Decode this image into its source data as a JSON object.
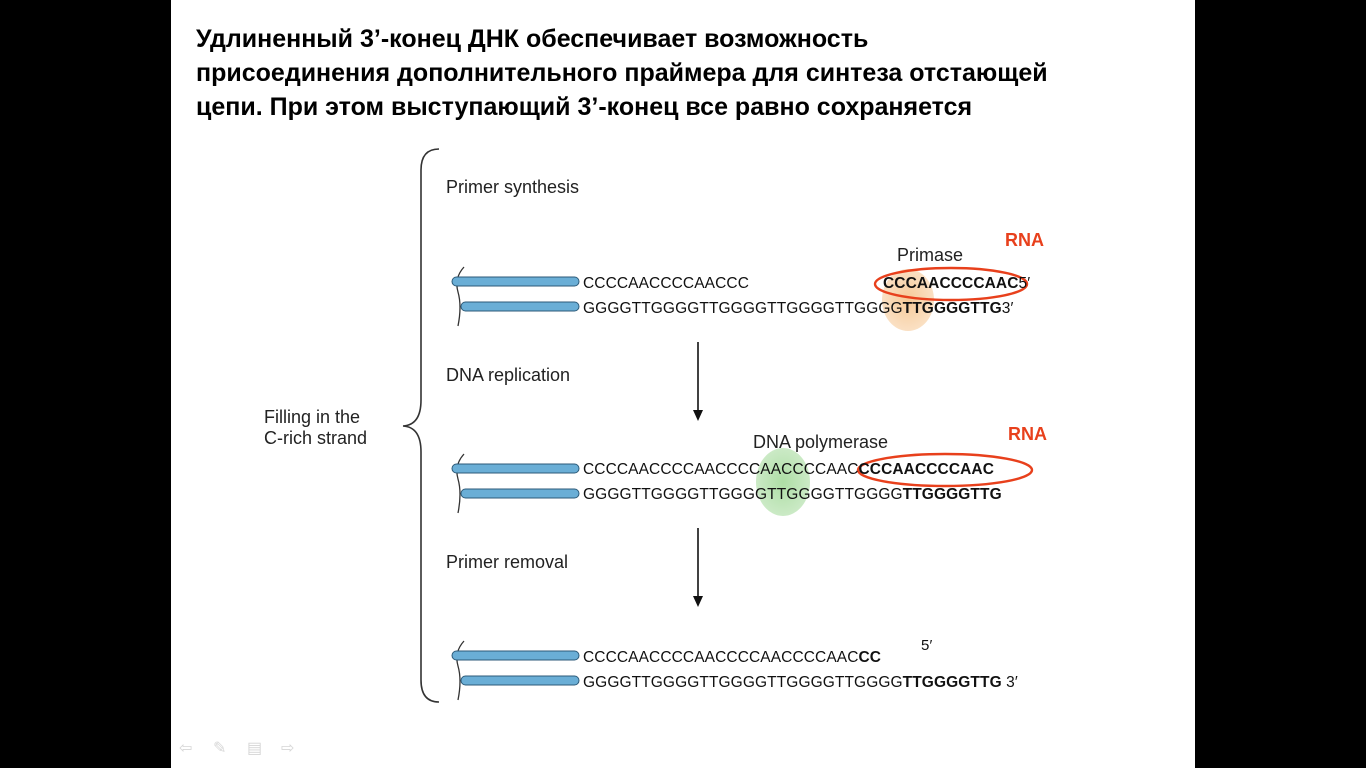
{
  "slide": {
    "title_line1": "Удлиненный 3’-конец ДНК обеспечивает возможность",
    "title_line2": "присоединения дополнительного праймера для синтеза отстающей",
    "title_line3": "цепи. При этом выступающий 3’-конец все равно сохраняется"
  },
  "diagram": {
    "bracket_label_line1": "Filling in the",
    "bracket_label_line2": "C-rich strand",
    "step1": {
      "label": "Primer synthesis",
      "enzyme": "Primase",
      "rna_label": "RNA",
      "top_seq": "CCCCAACCCCAACCC",
      "primer_seq": "CCCAACCCCAAC",
      "top_end": "5′",
      "bottom_seq": "GGGGTTGGGGTTGGGGTTGGGGTTGGGG",
      "bottom_bold": "TTGGGGTTG",
      "bottom_end": "3′"
    },
    "step2": {
      "label": "DNA replication",
      "enzyme": "DNA polymerase",
      "rna_label": "RNA",
      "top_seq": "CCCCAACCCCAACCCCAACCCCAAC",
      "primer_seq": "CCCAACCCCAAC",
      "bottom_seq": "GGGGTTGGGGTTGGGGTTGGGGTTGGGG",
      "bottom_bold": "TTGGGGTTG"
    },
    "step3": {
      "label": "Primer removal",
      "top_seq": "CCCCAACCCCAACCCCAACCCCAAC",
      "top_bold": "CC",
      "top_end": "5′",
      "bottom_seq": "GGGGTTGGGGTTGGGGTTGGGGTTGGGG",
      "bottom_bold": "TTGGGGTTG",
      "bottom_end": "3′"
    },
    "colors": {
      "strand_fill": "#6aaed6",
      "primase_glow": "#f6c793",
      "polymerase_glow": "#a9dca0",
      "rna_highlight": "#e8401c"
    }
  },
  "nav": {
    "icons": [
      "back-arrow-icon",
      "pen-icon",
      "menu-icon",
      "forward-arrow-icon"
    ]
  }
}
